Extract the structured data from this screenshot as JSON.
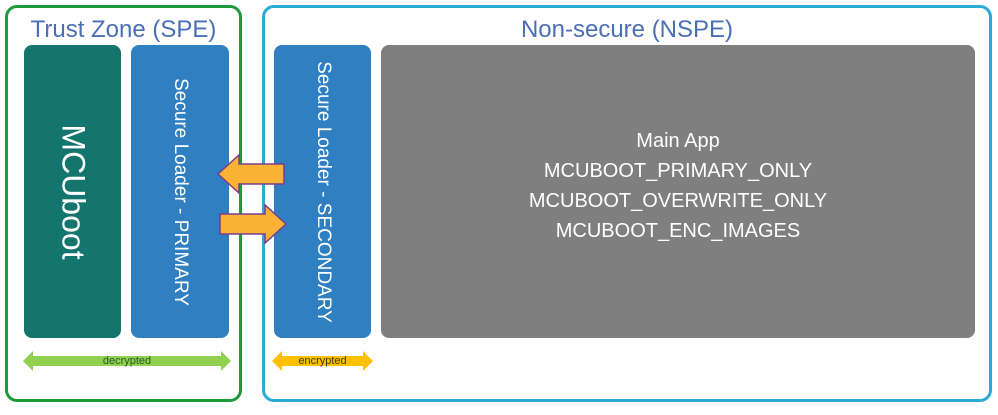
{
  "zones": {
    "spe_title": "Trust Zone (SPE)",
    "nspe_title": "Non-secure (NSPE)"
  },
  "blocks": {
    "mcuboot": "MCUboot",
    "secure_loader_primary": "Secure Loader - PRIMARY",
    "secure_loader_secondary": "Secure Loader - SECONDARY",
    "main_app_lines": [
      "Main App",
      "MCUBOOT_PRIMARY_ONLY",
      "MCUBOOT_OVERWRITE_ONLY",
      "MCUBOOT_ENC_IMAGES"
    ]
  },
  "ranges": {
    "decrypted": "decrypted",
    "encrypted": "encrypted"
  },
  "colors": {
    "spe_border": "#1e9a3c",
    "nspe_border": "#29abd6",
    "title_text": "#4a6fb5",
    "mcuboot_block": "#13756e",
    "loader_block": "#2f7fc1",
    "main_block": "#7f7f7f",
    "arrow_fill": "#f9b233",
    "arrow_stroke": "#7a3d8f",
    "decrypted_bar": "#92d050",
    "encrypted_bar": "#ffc000"
  }
}
